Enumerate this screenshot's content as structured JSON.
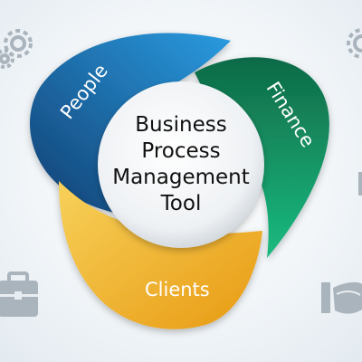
{
  "center": {
    "lines": [
      "Business",
      "Process",
      "Management",
      "Tool"
    ]
  },
  "segments": [
    {
      "label": "People",
      "color": "#1f6fa8"
    },
    {
      "label": "Finance",
      "color": "#15a06b"
    },
    {
      "label": "Clients",
      "color": "#f0b22a"
    }
  ],
  "icons": {
    "top_left": "gears-icon",
    "top_right": "gear-partial-icon",
    "bottom_left": "briefcase-icon",
    "bottom_right": "handshake-icon"
  },
  "colors": {
    "people_dark": "#174f86",
    "people_light": "#1f8fd0",
    "finance_dark": "#0c6e47",
    "finance_light": "#19b57a",
    "clients_dark": "#e8a21a",
    "clients_light": "#f7ce4f",
    "icon_gray": "#a9b3bc"
  }
}
